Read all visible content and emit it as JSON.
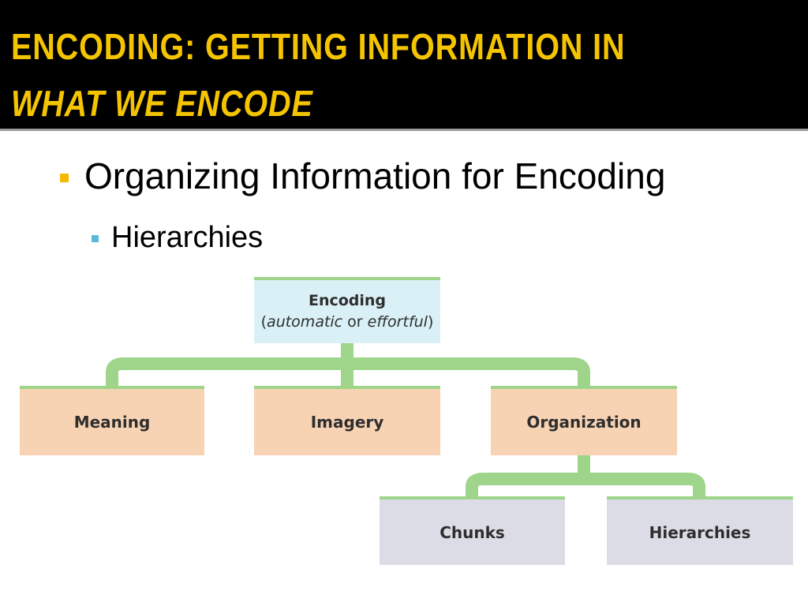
{
  "slide": {
    "title_line1": "ENCODING: GETTING INFORMATION IN",
    "title_line2": "WHAT WE ENCODE",
    "bullet_level1": "Organizing Information for Encoding",
    "bullet_level2": "Hierarchies"
  },
  "diagram": {
    "root": {
      "label": "Encoding",
      "paren_open": "(",
      "automatic": "automatic",
      "or": " or ",
      "effortful": "effortful",
      "paren_close": ")"
    },
    "level1": [
      "Meaning",
      "Imagery",
      "Organization"
    ],
    "level2": [
      "Chunks",
      "Hierarchies"
    ]
  },
  "colors": {
    "title_bg": "#000000",
    "title_text": "#f5c400",
    "bullet1": "#f5b800",
    "bullet2": "#5bb8d6",
    "connector": "#9ed58a",
    "root_fill": "#d9f0f6",
    "level1_fill": "#f8d3b3",
    "level2_fill": "#dcdce6"
  }
}
